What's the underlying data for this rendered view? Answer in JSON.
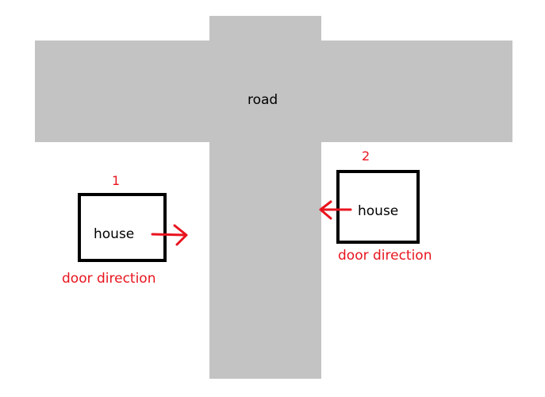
{
  "diagram": {
    "road": {
      "label": "road",
      "color": "#c3c3c3"
    },
    "houses": [
      {
        "number": "1",
        "label": "house",
        "door_label": "door direction",
        "door_direction": "right"
      },
      {
        "number": "2",
        "label": "house",
        "door_label": "door direction",
        "door_direction": "left"
      }
    ],
    "colors": {
      "annotation": "#e8141e",
      "house_border": "#000000"
    }
  }
}
